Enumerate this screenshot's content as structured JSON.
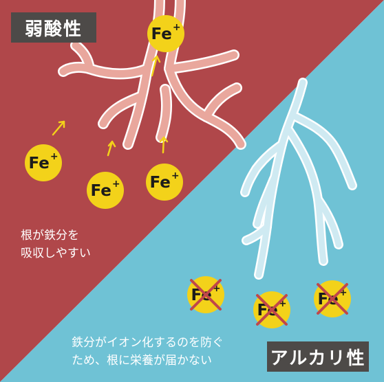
{
  "acid_label": "弱酸性",
  "alkaline_label": "アルカリ性",
  "acid_caption_line1": "根が鉄分を",
  "acid_caption_line2": "吸収しやすい",
  "alkaline_caption_line1": "鉄分がイオン化するのを防ぐ",
  "alkaline_caption_line2": "ため、根に栄養が届かない",
  "ion_symbol": "Fe",
  "ion_charge": "+",
  "colors": {
    "acid_background": "#b0474a",
    "alkaline_background": "#6fc2d5",
    "ion_fill": "#f3d21a",
    "cross": "#c0474a",
    "arrow": "#f3d21a",
    "label_box": "#4d4a48",
    "acid_root": "#e9a79d",
    "alkaline_root": "#cfeaf2"
  }
}
